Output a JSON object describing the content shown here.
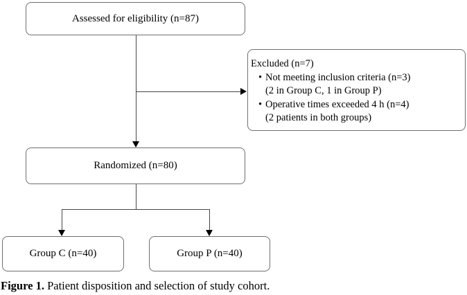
{
  "figure": {
    "boxes": {
      "assessed": {
        "label": "Assessed for eligibility (n=87)"
      },
      "excluded": {
        "title": "Excluded (n=7)",
        "bullet_glyph": "•",
        "items": [
          {
            "line1": "Not meeting inclusion criteria (n=3)",
            "line2": "(2 in Group C, 1 in Group P)"
          },
          {
            "line1": "Operative times exceeded 4 h (n=4)",
            "line2": "(2 patients in both groups)"
          }
        ]
      },
      "randomized": {
        "label": "Randomized (n=80)"
      },
      "group_c": {
        "label": "Group C (n=40)"
      },
      "group_p": {
        "label": "Group P (n=40)"
      }
    },
    "caption": {
      "label": "Figure 1.",
      "text": " Patient disposition and selection of study cohort."
    },
    "colors": {
      "background": "#ffffff",
      "box_border": "#6e6e6e",
      "connector_line": "#454545",
      "arrowhead": "#000000",
      "text": "#000000"
    }
  }
}
